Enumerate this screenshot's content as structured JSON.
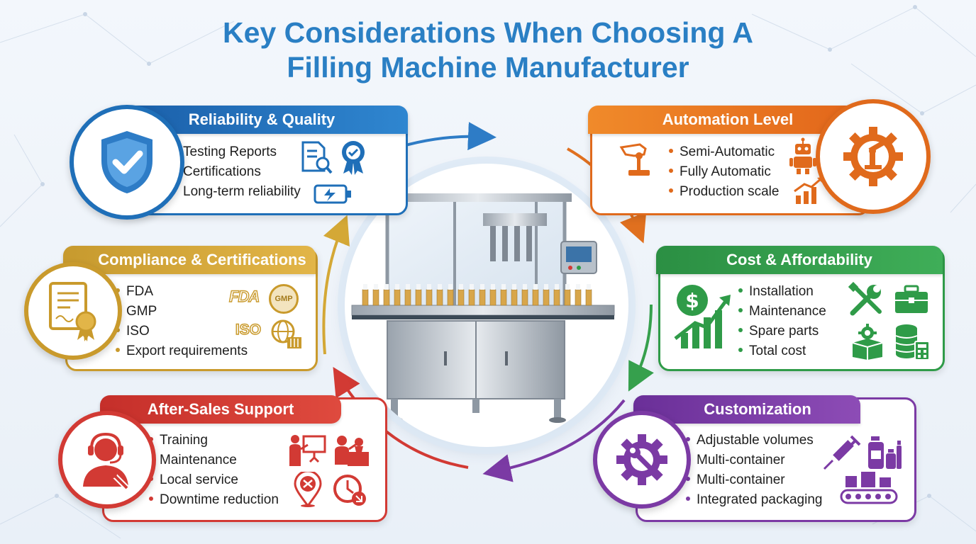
{
  "title": {
    "line1": "Key Considerations When Choosing A",
    "line2": "Filling Machine Manufacturer"
  },
  "colors": {
    "title": "#2a7fc4",
    "reliability": "#1f6fb8",
    "automation": "#e06a1c",
    "compliance": "#c99a2c",
    "cost": "#2f9b48",
    "after_sales": "#d23a34",
    "customization": "#7b3aa4"
  },
  "center_image": {
    "icon": "filling-machine-illustration"
  },
  "cards": {
    "reliability": {
      "title": "Reliability & Quality",
      "items": [
        "Testing Reports",
        "Certifications",
        "Long-term reliability"
      ],
      "badge_icon": "shield-check-icon",
      "icons": [
        "report-magnifier-icon",
        "award-ribbon-icon",
        "battery-icon"
      ]
    },
    "automation": {
      "title": "Automation Level",
      "items": [
        "Semi-Automatic",
        "Fully Automatic",
        "Production scale"
      ],
      "badge_icon": "gear-robot-arm-icon",
      "icons": [
        "hand-lever-icon",
        "robot-icon",
        "growth-chart-icon"
      ]
    },
    "compliance": {
      "title": "Compliance & Certifications",
      "items": [
        "FDA",
        "GMP",
        "ISO",
        "Export requirements"
      ],
      "badge_icon": "certificate-icon",
      "logos": {
        "fda": "FDA",
        "gmp": "GMP",
        "iso": "ISO"
      },
      "icons": [
        "globe-container-icon"
      ]
    },
    "cost": {
      "title": "Cost & Affordability",
      "items": [
        "Installation",
        "Maintenance",
        "Spare parts",
        "Total cost"
      ],
      "badge_icon": "dollar-growth-icon",
      "icons": [
        "tools-icon",
        "toolbox-icon",
        "gear-box-icon",
        "coins-calculator-icon"
      ]
    },
    "after_sales": {
      "title": "After-Sales Support",
      "items": [
        "Training",
        "Maintenance",
        "Local service",
        "Downtime reduction"
      ],
      "badge_icon": "support-agent-icon",
      "icons": [
        "training-presentation-icon",
        "technician-icon",
        "location-pin-icon",
        "clock-icon"
      ]
    },
    "customization": {
      "title": "Customization",
      "items": [
        "Adjustable volumes",
        "Multi-container",
        "Multi-container",
        "Integrated packaging"
      ],
      "badge_icon": "gear-wrench-icon",
      "icons": [
        "syringe-icon",
        "bottles-icon",
        "conveyor-boxes-icon"
      ]
    }
  }
}
